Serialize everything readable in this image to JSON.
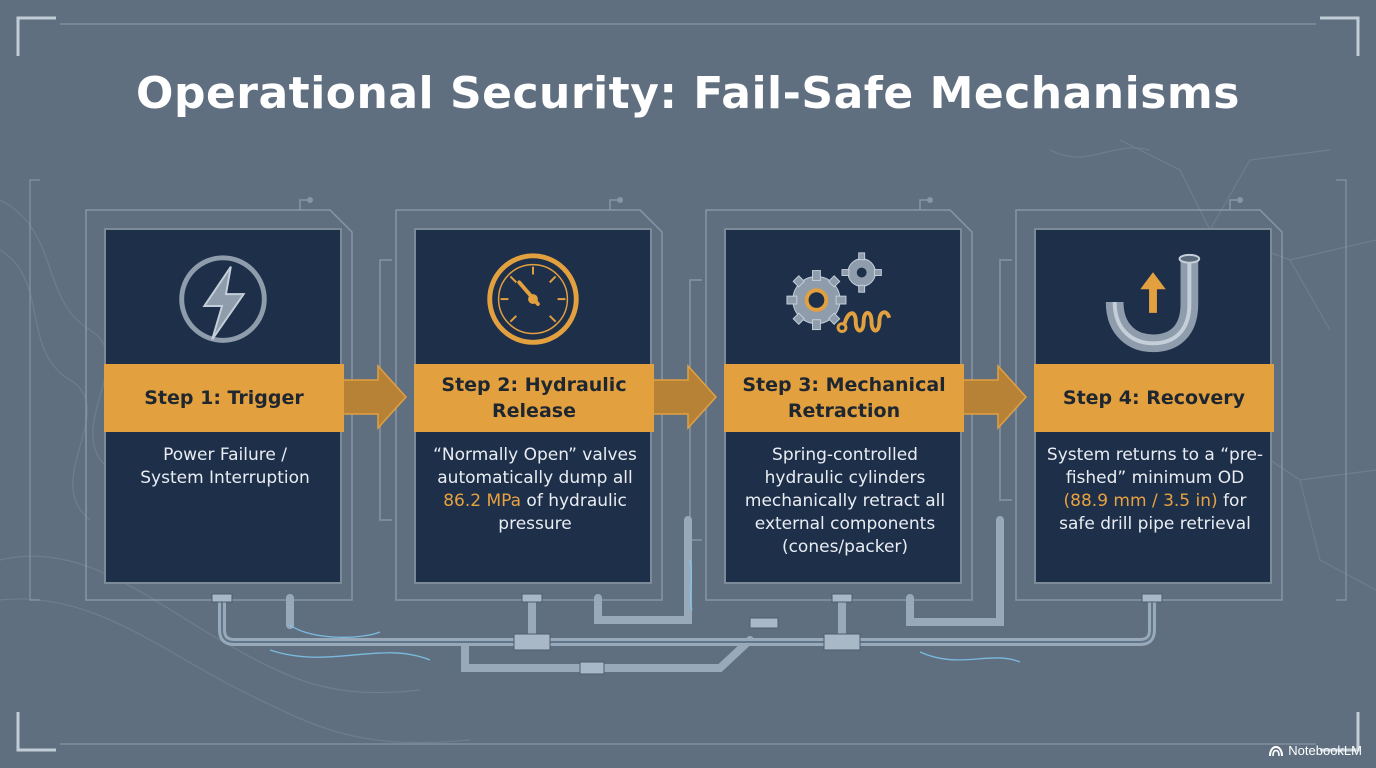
{
  "title": "Operational Security: Fail-Safe Mechanisms",
  "steps": [
    {
      "label": "Step 1: Trigger",
      "icon": "lightning-icon",
      "desc": [
        "Power Failure /",
        "System Interruption"
      ]
    },
    {
      "label": "Step 2: Hydraulic Release",
      "icon": "pressure-gauge-icon",
      "desc_pre": "“Normally Open” valves automatically dump all ",
      "desc_hl": "86.2 MPa",
      "desc_post": " of hydraulic pressure"
    },
    {
      "label": "Step 3: Mechanical Retraction",
      "icon": "gears-spring-icon",
      "desc": [
        "Spring-controlled",
        "hydraulic cylinders",
        "mechanically retract all",
        "external components",
        "(cones/packer)"
      ]
    },
    {
      "label": "Step 4: Recovery",
      "icon": "pipe-arrow-up-icon",
      "desc_pre": "System returns to a “pre-fished” minimum OD ",
      "desc_hl": "(88.9 mm / 3.5 in)",
      "desc_post": " for safe drill pipe retrieval"
    }
  ],
  "brand": "NotebookLM",
  "colors": {
    "background": "#5f6f80",
    "card": "#1e2f4a",
    "accent": "#e2a03f",
    "arrow": "#b88236"
  }
}
